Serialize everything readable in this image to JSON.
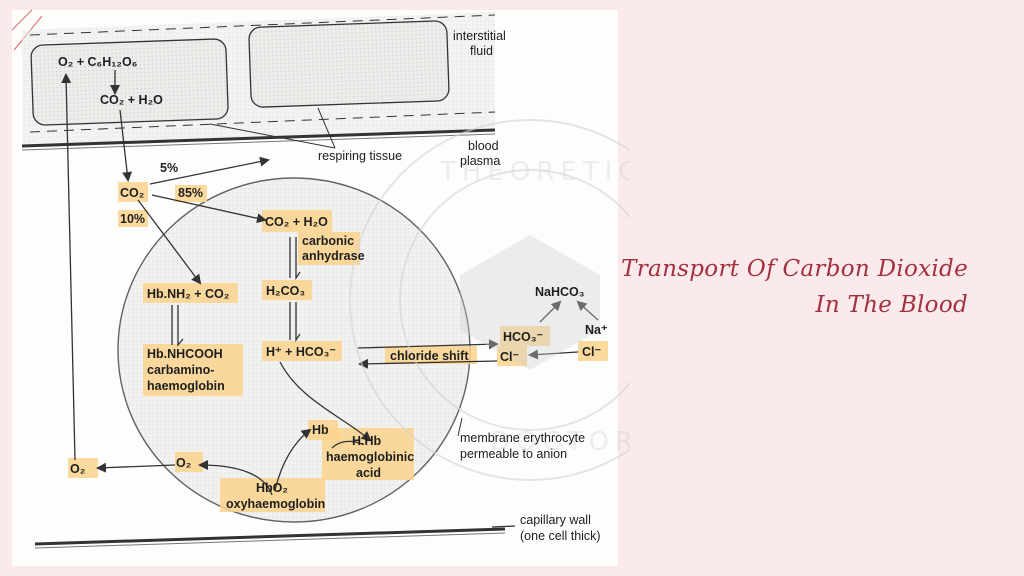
{
  "slide": {
    "title_line1": "Transport Of Carbon Dioxide",
    "title_line2": "In The Blood",
    "background_color": "#fbeaec",
    "title_color": "#a3303f",
    "highlight_color": "#fbd38d"
  },
  "watermark": {
    "top": "THEORETICAL",
    "bottom": "DOCTOR"
  },
  "diagram": {
    "tissue_reaction_top": "O₂ + C₆H₁₂O₆",
    "tissue_reaction_bottom": "CO₂ + H₂O",
    "interstitial_1": "interstitial",
    "interstitial_2": "fluid",
    "respiring_tissue": "respiring tissue",
    "blood_1": "blood",
    "blood_2": "plasma",
    "pct_5": "5%",
    "pct_85": "85%",
    "pct_10": "10%",
    "co2": "CO₂",
    "rbc_co2_h2o": "CO₂ + H₂O",
    "carbonic_1": "carbonic",
    "carbonic_2": "anhydrase",
    "hbnh2": "Hb.NH₂ + CO₂",
    "h2co3": "H₂CO₃",
    "h_hco3": "H⁺ + HCO₃⁻",
    "hbnhcooh": "Hb.NHCOOH",
    "carbamino_1": "carbamino-",
    "carbamino_2": "haemoglobin",
    "nahco3": "NaHCO₃",
    "hco3": "HCO₃⁻",
    "na": "Na⁺",
    "cl_inner": "Cl⁻",
    "cl_outer": "Cl⁻",
    "chloride_shift": "chloride shift",
    "membrane_1": "membrane erythrocyte",
    "membrane_2": "permeable to anion",
    "hb": "Hb",
    "hhb": "H.Hb",
    "haemoglobinic": "haemoglobinic",
    "acid": "acid",
    "o2_inner": "O₂",
    "o2_outer": "O₂",
    "hbo2": "HbO₂",
    "oxyhaemoglobin": "oxyhaemoglobin",
    "capillary_1": "capillary wall",
    "capillary_2": "(one cell thick)"
  }
}
